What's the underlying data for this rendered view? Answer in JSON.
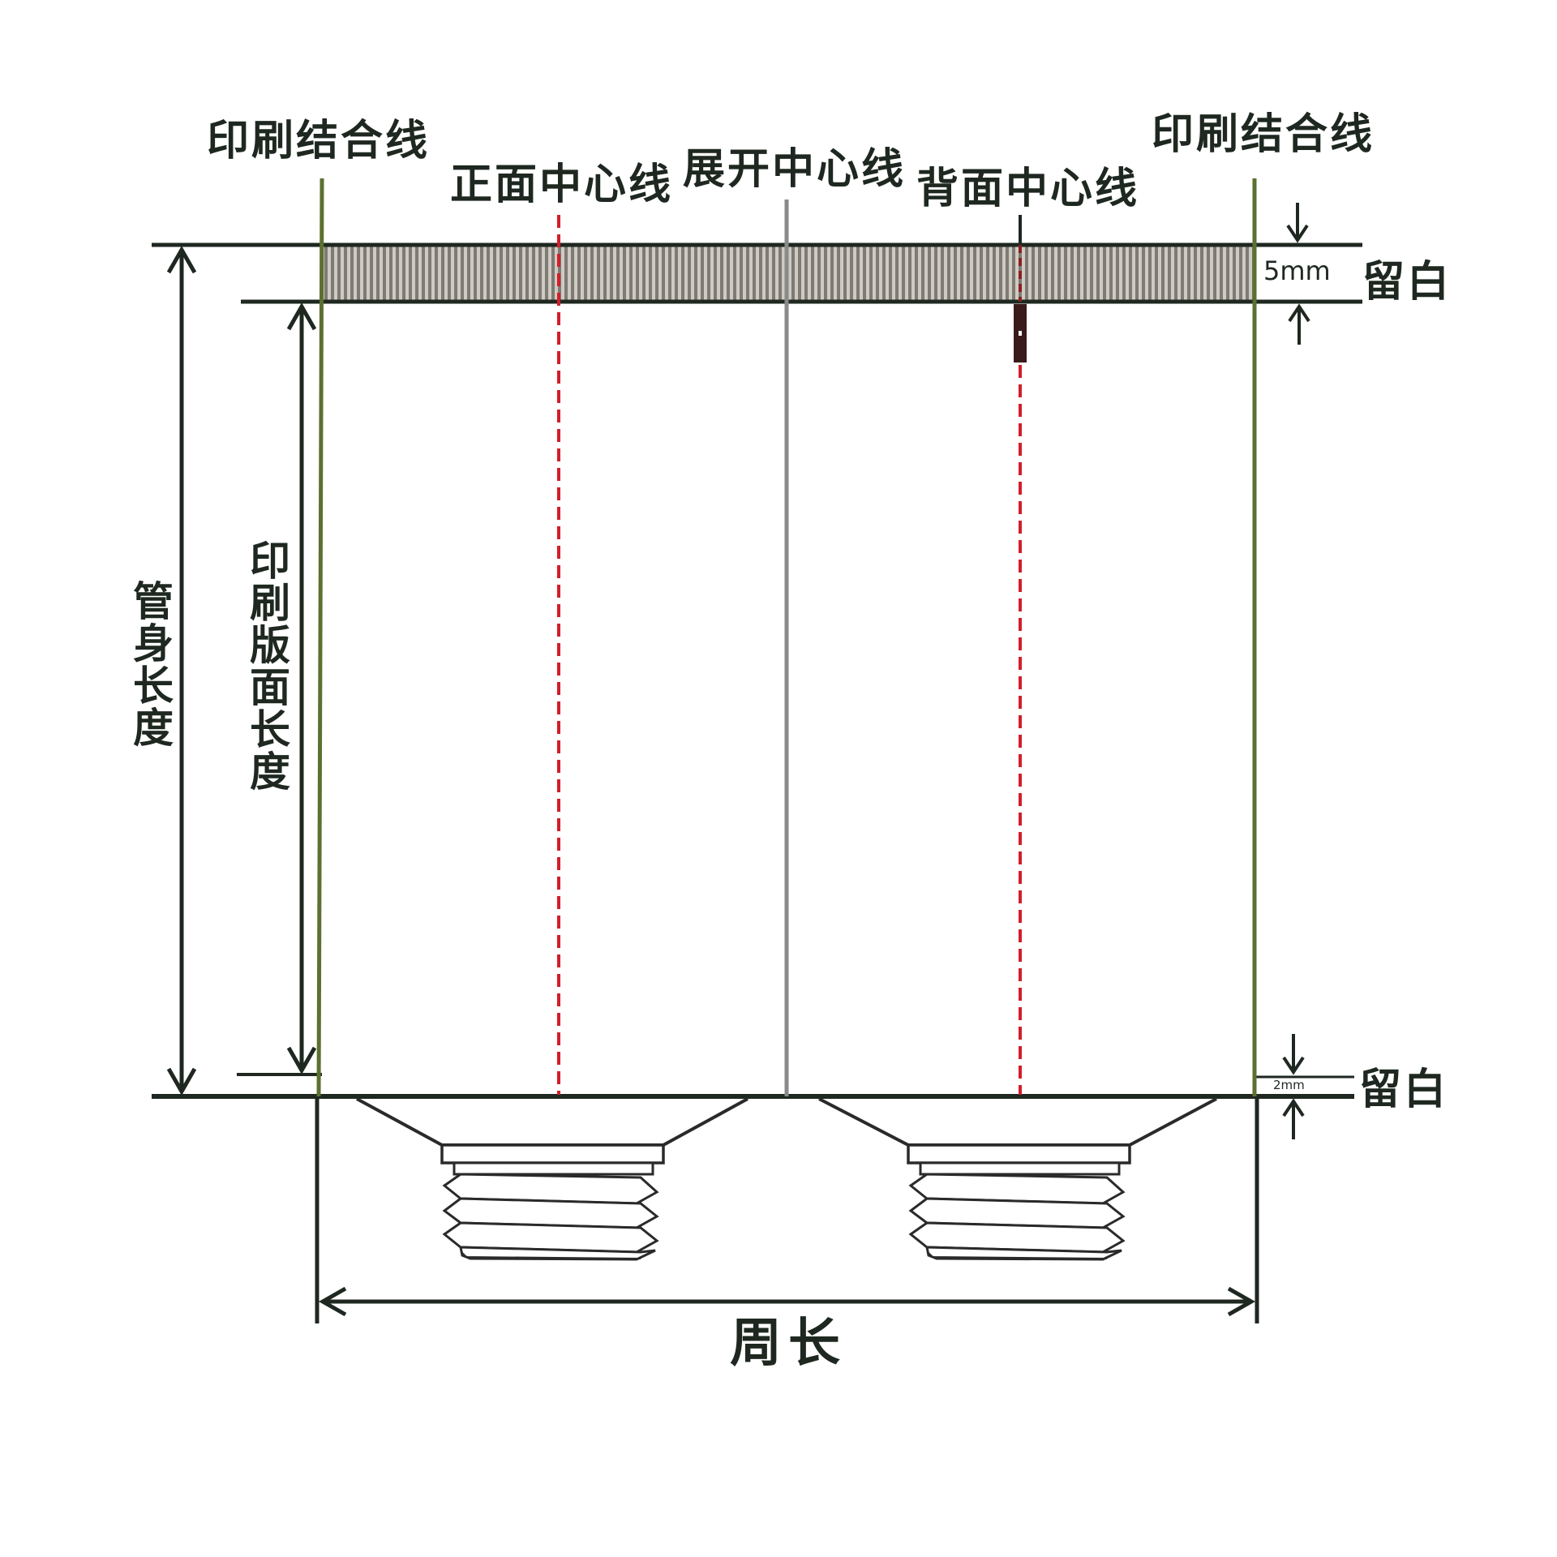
{
  "labels": {
    "print_seam_left": "印刷结合线",
    "print_seam_right": "印刷结合线",
    "front_center_line": "正面中心线",
    "unfold_center_line": "展开中心线",
    "back_center_line": "背面中心线",
    "top_margin_value": "5mm",
    "top_margin_label": "留白",
    "bottom_margin_value": "2mm",
    "bottom_margin_label": "留白",
    "tube_body_length": "管身长度",
    "print_area_length": "印刷版面长度",
    "circumference": "周长"
  },
  "colors": {
    "dark_line": "#1e2820",
    "seam_line": "#5c7030",
    "red_dash": "#d21e2a",
    "center_line": "#8a8a8a",
    "margin_band": "#8a8580",
    "thread": "#3a3a3a"
  }
}
